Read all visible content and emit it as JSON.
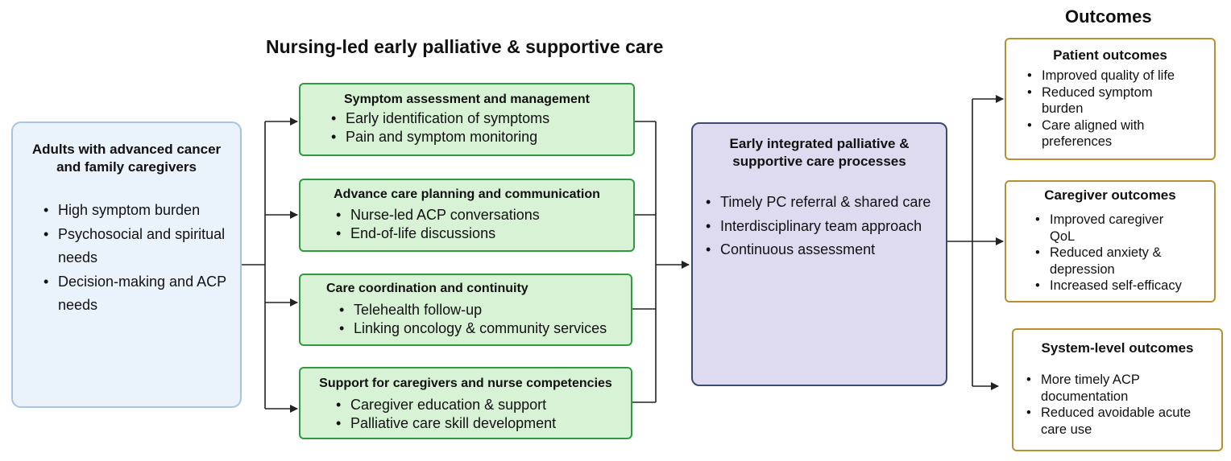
{
  "diagram_title": "Nursing-led early palliative & supportive care",
  "outcomes_heading": "Outcomes",
  "population": {
    "title": "Adults with advanced cancer and family caregivers",
    "items": [
      "High symptom burden",
      "Psychosocial and spiritual needs",
      "Decision-making and ACP needs"
    ]
  },
  "components": [
    {
      "title": "Symptom assessment and management",
      "items": [
        "Early identification of symptoms",
        "Pain and symptom monitoring"
      ]
    },
    {
      "title": "Advance care planning and communication",
      "items": [
        "Nurse-led ACP conversations",
        "End-of-life discussions"
      ]
    },
    {
      "title": "Care coordination and continuity",
      "items": [
        "Telehealth follow-up",
        "Linking oncology & community services"
      ]
    },
    {
      "title": "Support for caregivers and nurse competencies",
      "items": [
        "Caregiver education & support",
        "Palliative care skill development"
      ]
    }
  ],
  "processes": {
    "title": "Early integrated palliative & supportive care processes",
    "items": [
      "Timely PC referral & shared care",
      "Interdisciplinary team approach",
      "Continuous assessment"
    ]
  },
  "outcomes": [
    {
      "title": "Patient outcomes",
      "items": [
        "Improved quality of life",
        "Reduced symptom burden",
        "Care aligned with preferences"
      ]
    },
    {
      "title": "Caregiver outcomes",
      "items": [
        "Improved caregiver QoL",
        "Reduced anxiety & depression",
        "Increased self-efficacy"
      ]
    },
    {
      "title": "System-level outcomes",
      "items": [
        "More timely ACP documentation",
        "Reduced avoidable acute care use"
      ]
    }
  ],
  "colors": {
    "green_fill": "#d8f2d6",
    "green_border": "#2f9a3e",
    "blue_fill": "#eaf2fc",
    "purple_fill": "#dedbf0",
    "gold_border": "#b8902f"
  }
}
